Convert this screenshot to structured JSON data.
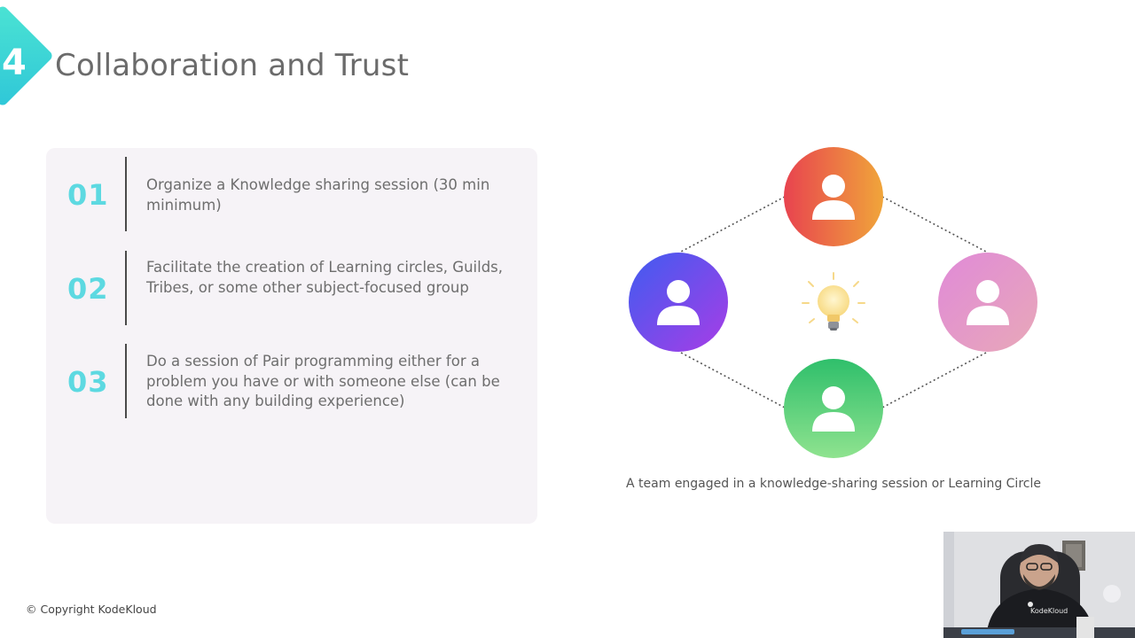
{
  "slide": {
    "section_number": "4",
    "title": "Collaboration and Trust"
  },
  "items": [
    {
      "number": "01",
      "text": "Organize a Knowledge sharing session (30 min minimum)"
    },
    {
      "number": "02",
      "text": "Facilitate the creation of Learning circles, Guilds, Tribes, or some other subject-focused group"
    },
    {
      "number": "03",
      "text": "Do a session of Pair programming either for a problem you have or with someone else (can be done with any building experience)"
    }
  ],
  "diagram": {
    "caption": "A team engaged in a knowledge-sharing session or Learning Circle",
    "nodes": [
      {
        "position": "top",
        "icon": "person-icon",
        "colors": [
          "#e8434f",
          "#f0a53a"
        ]
      },
      {
        "position": "left",
        "icon": "person-icon",
        "colors": [
          "#3f5cf0",
          "#a83de6"
        ]
      },
      {
        "position": "right",
        "icon": "person-icon",
        "colors": [
          "#e08ad8",
          "#e8a8b8"
        ]
      },
      {
        "position": "bottom",
        "icon": "person-icon",
        "colors": [
          "#2fbf6b",
          "#8fe38f"
        ]
      }
    ],
    "center_icon": "lightbulb-icon"
  },
  "footer": {
    "copyright": "© Copyright KodeKloud"
  },
  "webcam": {
    "shirt_text": "KodeKloud"
  },
  "colors": {
    "accent": "#5dd9e1",
    "badge": "#3fd2d8",
    "card_background": "#f6f3f7",
    "title": "#6b6b6b"
  }
}
